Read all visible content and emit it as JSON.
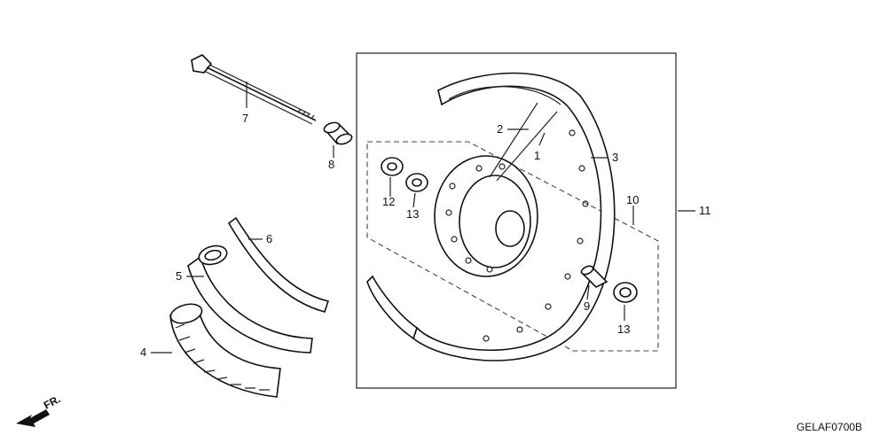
{
  "diagram": {
    "callouts": {
      "c1": "1",
      "c2": "2",
      "c3": "3",
      "c4": "4",
      "c5": "5",
      "c6": "6",
      "c7": "7",
      "c8": "8",
      "c9": "9",
      "c10": "10",
      "c11": "11",
      "c12": "12",
      "c13a": "13",
      "c13b": "13"
    },
    "figure_code": "GELAF0700B",
    "direction": "FR.",
    "icons": {
      "direction": "front-arrow-icon"
    }
  }
}
